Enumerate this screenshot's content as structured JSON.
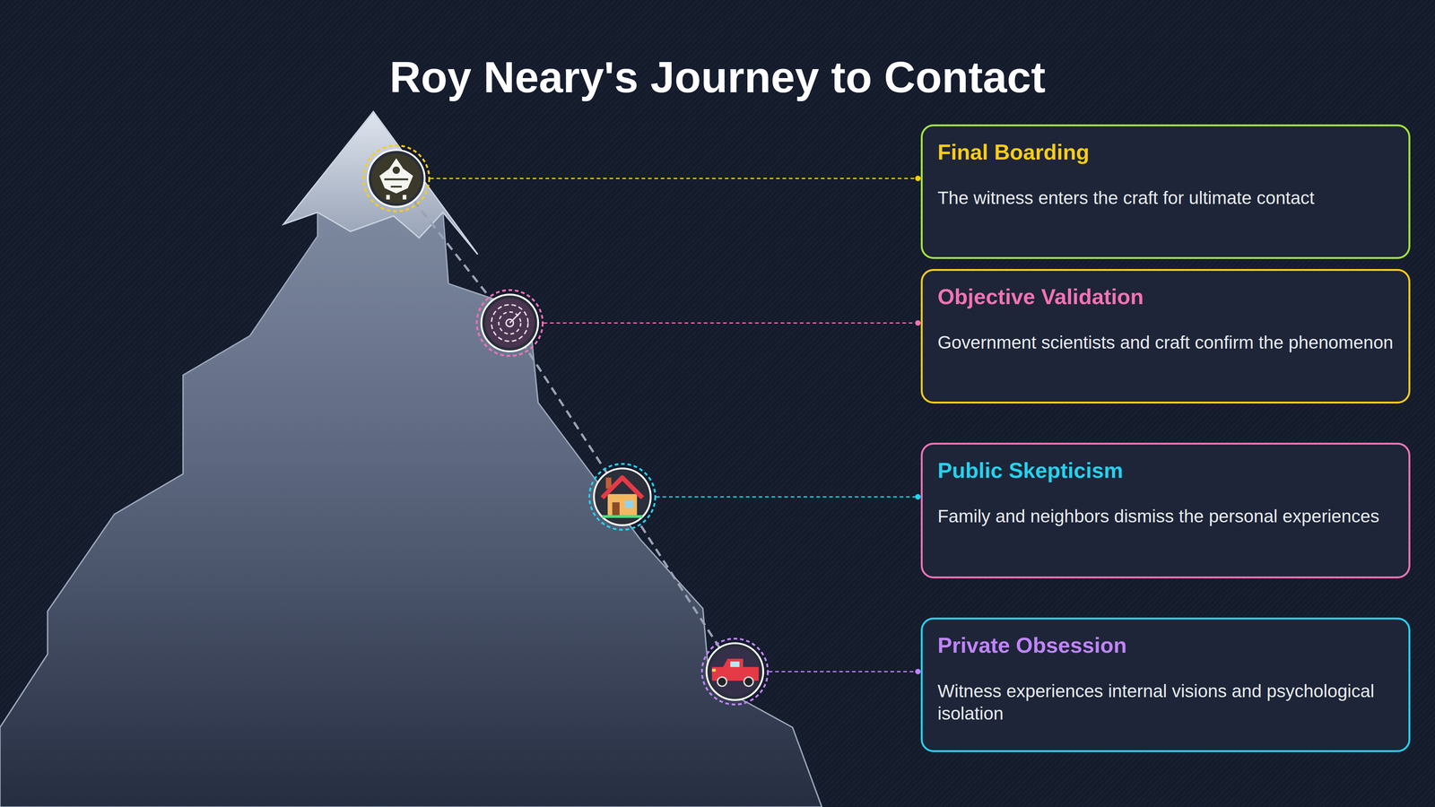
{
  "diagram": {
    "title": "Roy Neary's Journey to Contact",
    "nodes": [
      {
        "text": [
          "Final Boarding",
          "The witness enters the craft for ultimate contact"
        ]
      },
      {
        "text": [
          "Objective Validation",
          "Government scientists and craft confirm the phenomenon"
        ]
      },
      {
        "text": [
          "Public Skepticism",
          "Family and neighbors dismiss the personal experiences"
        ]
      },
      {
        "text": [
          "Private Obsession",
          "Witness experiences internal visions and psychological isolation"
        ]
      }
    ]
  }
}
